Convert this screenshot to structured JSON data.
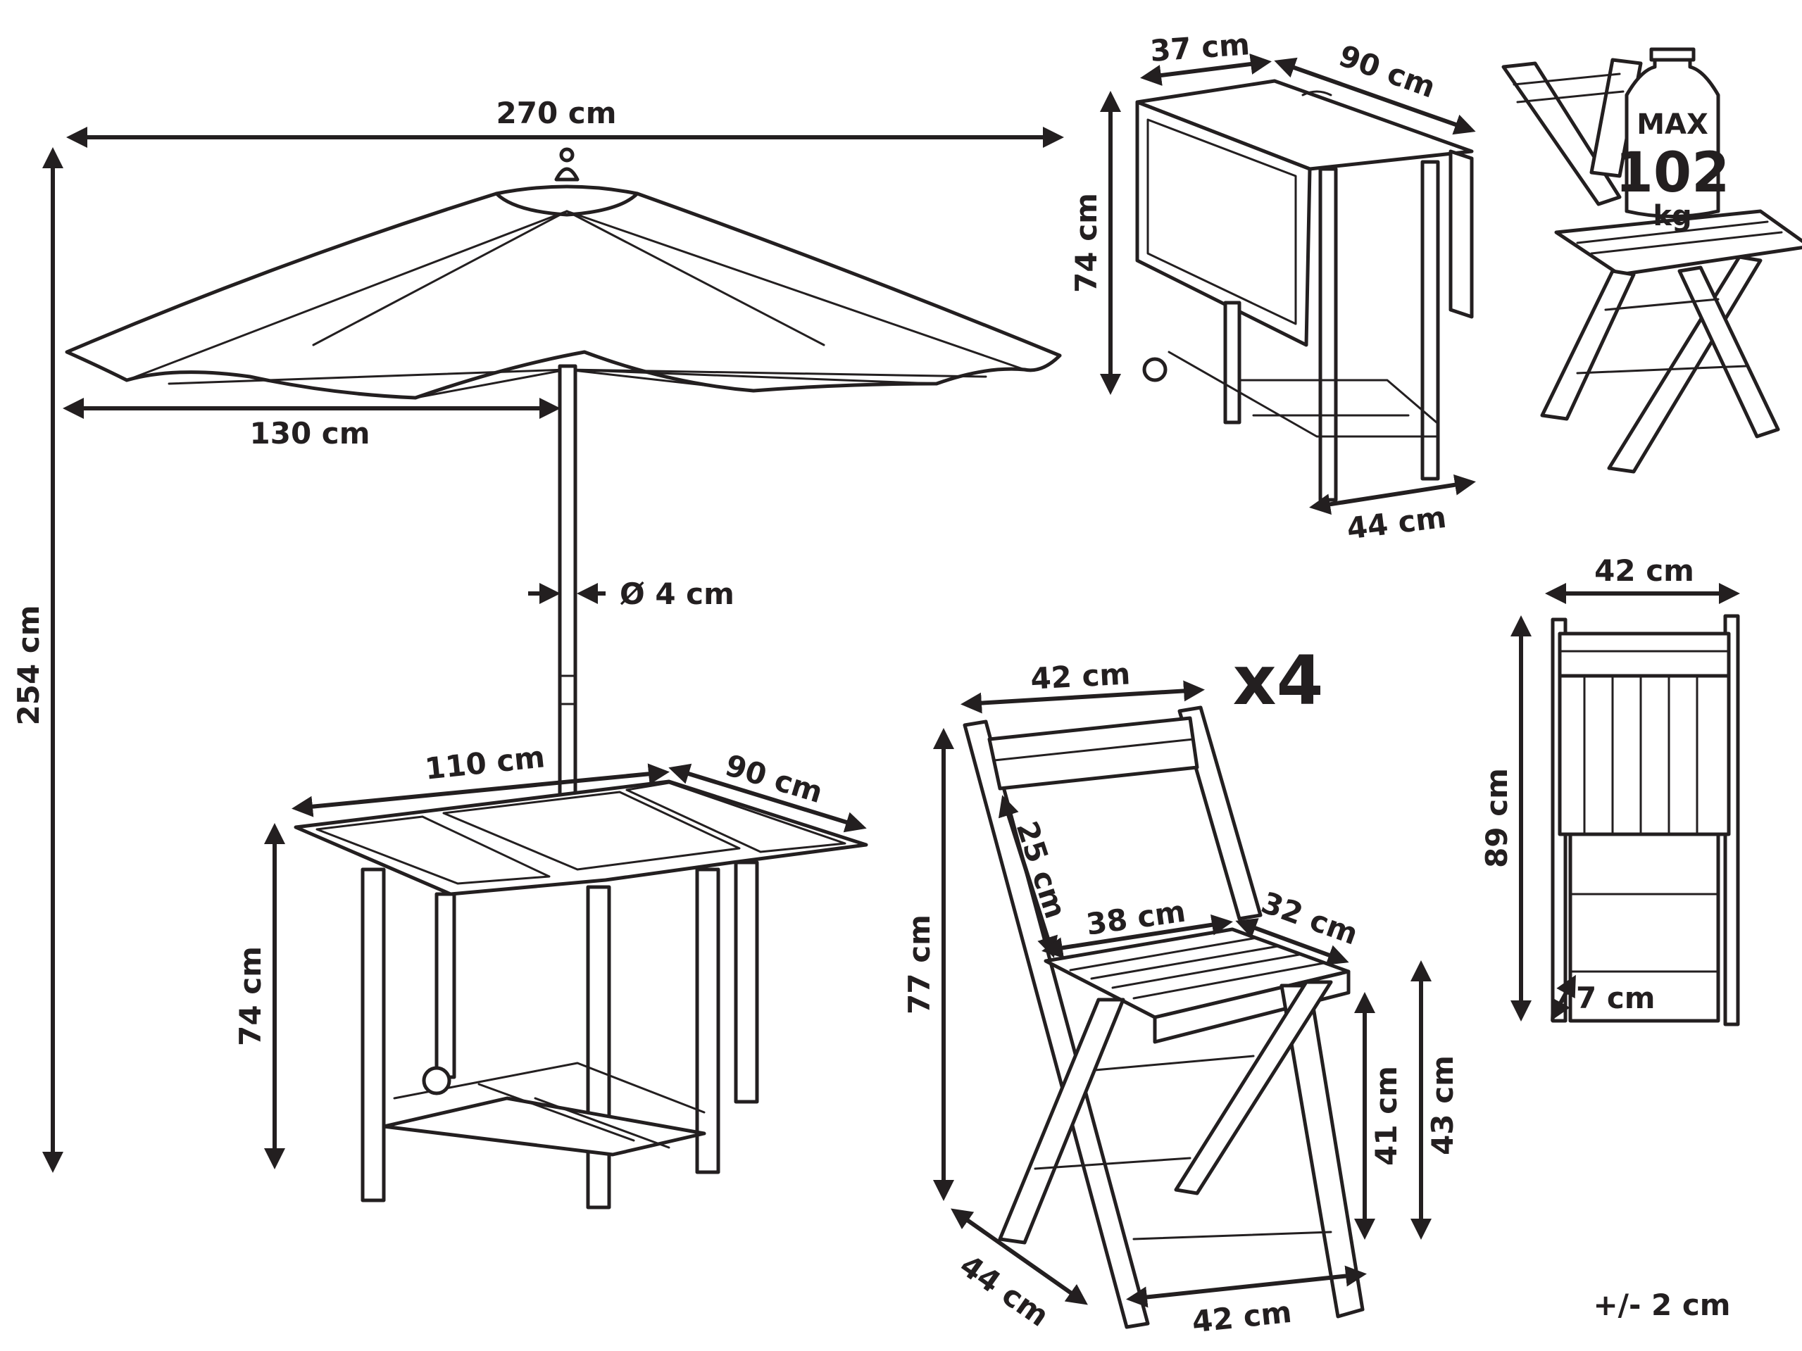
{
  "umbrella": {
    "total_width": "270 cm",
    "radius": "130 cm",
    "height": "254 cm",
    "pole_diameter": "Ø 4 cm"
  },
  "table_open": {
    "length": "110 cm",
    "width": "90 cm",
    "height": "74 cm"
  },
  "table_folded": {
    "depth": "37 cm",
    "width": "90 cm",
    "height": "74 cm",
    "base": "44 cm"
  },
  "max_load": {
    "label": "MAX",
    "value": "102",
    "unit": "kg"
  },
  "chair": {
    "quantity": "x4",
    "width_top": "42 cm",
    "backrest": "25 cm",
    "seat_width": "38 cm",
    "seat_depth": "32 cm",
    "height": "77 cm",
    "seat_height_front": "41 cm",
    "seat_height": "43 cm",
    "depth_base": "44 cm",
    "width_base": "42 cm"
  },
  "chair_folded": {
    "width": "42 cm",
    "height": "89 cm",
    "thickness": "7 cm"
  },
  "tolerance": "+/- 2 cm"
}
